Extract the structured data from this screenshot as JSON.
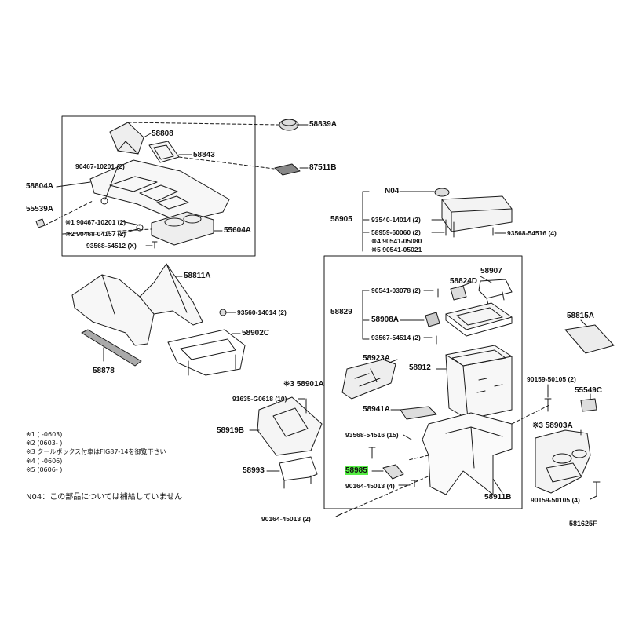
{
  "colors": {
    "line": "#1a1a1a",
    "highlight": "#55ee44",
    "background": "#ffffff"
  },
  "labels": {
    "p58808": "58808",
    "p58839A": "58839A",
    "p58843": "58843",
    "p87511B": "87511B",
    "p58804A": "58804A",
    "p55539A": "55539A",
    "p90467_10201": "90467-10201 (2)",
    "p90467_10201_m1": "※1 90467-10201 (2)",
    "p90468_04157": "※2 90468-04157 (2)",
    "p55604A": "55604A",
    "p93568_54512": "93568-54512 (X)",
    "pN04": "N04",
    "p58905": "58905",
    "p93540_14014": "93540-14014 (2)",
    "p58959_60060": "58959-60060 (2)",
    "p58959_note": "※4 90541-05080",
    "p90541_05021": "※5 90541-05021",
    "p93568_54516_4": "93568-54516 (4)",
    "p58811A": "58811A",
    "p93560_14014": "93560-14014 (2)",
    "p58902C": "58902C",
    "p58878": "58878",
    "p58824D": "58824D",
    "p58907": "58907",
    "p90541_03078": "90541-03078 (2)",
    "p58829": "58829",
    "p58908A": "58908A",
    "p93567_54514": "93567-54514 (2)",
    "p58815A": "58815A",
    "p58923A": "58923A",
    "p58912": "58912",
    "p58901A": "※3 58901A",
    "p91635_G0618": "91635-G0618 (10)",
    "p90159_50105_top": "90159-50105 (2)",
    "p55549C": "55549C",
    "p58941A": "58941A",
    "p58919B": "58919B",
    "p93568_54516_15": "93568-54516 (15)",
    "p58903A": "※3 58903A",
    "p58985": "58985",
    "p58993": "58993",
    "p90164_45013_4": "90164-45013 (4)",
    "p58911B": "58911B",
    "p90159_50105_bot": "90159-50105 (4)",
    "p90164_45013_2": "90164-45013 (2)",
    "figure_code": "581625F"
  },
  "notes": {
    "n1": "※1  (      -0603)",
    "n2": "※2  (0603-      )",
    "n3": "※3 クールボックス付車はFIG87-14を御覧下さい",
    "n4": "※4  (      -0606)",
    "n5": "※5  (0606-      )",
    "n6": "N04：この部品については補給していません"
  }
}
